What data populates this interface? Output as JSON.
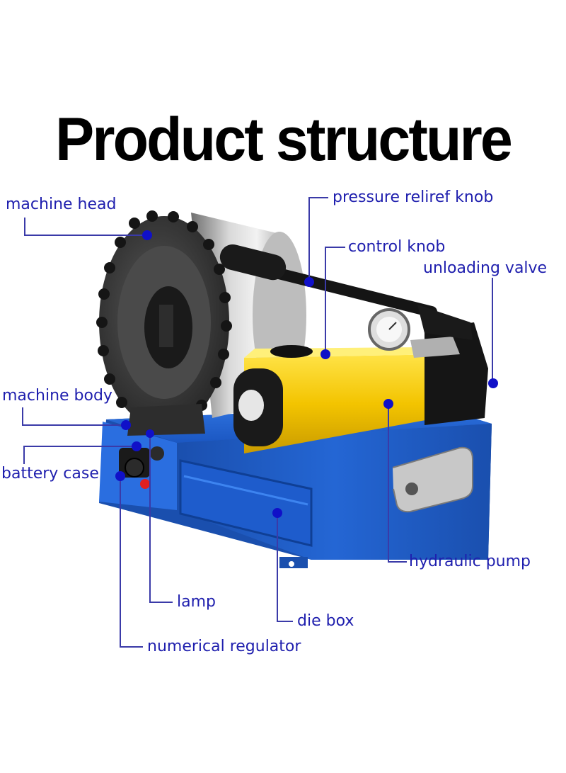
{
  "title": "Product structure",
  "colors": {
    "label_text": "#1f1fae",
    "leader_line": "#3a3aa8",
    "dot": "#1010c8",
    "base": "#1c5fd0",
    "pump": "#f2c800",
    "head": "#3c3c3c"
  },
  "labels": {
    "machine_head": "machine head",
    "pressure_relief_knob": "pressure reliref knob",
    "control_knob": "control knob",
    "unloading_valve": "unloading valve",
    "machine_body": "machine body",
    "battery_case": "battery case",
    "hydraulic_pump": "hydraulic pump",
    "lamp": "lamp",
    "die_box": "die box",
    "numerical_regulator": "numerical regulator"
  }
}
